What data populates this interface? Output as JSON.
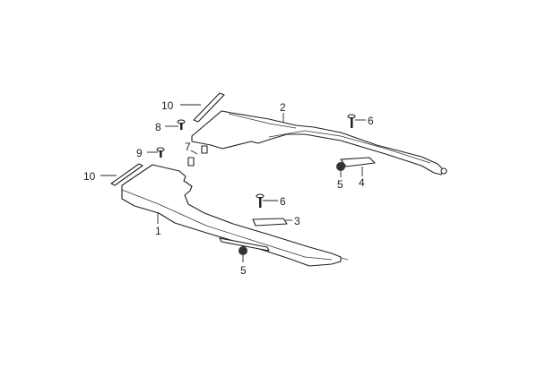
{
  "diagram": {
    "callouts": [
      {
        "id": "10a",
        "text": "10",
        "part": "strip-upper"
      },
      {
        "id": "2",
        "text": "2",
        "part": "rear-rail-right"
      },
      {
        "id": "6a",
        "text": "6",
        "part": "bolt-upper"
      },
      {
        "id": "8",
        "text": "8",
        "part": "bolt-8"
      },
      {
        "id": "7",
        "text": "7",
        "part": "collar-7"
      },
      {
        "id": "9",
        "text": "9",
        "part": "bolt-9"
      },
      {
        "id": "10b",
        "text": "10",
        "part": "strip-lower"
      },
      {
        "id": "5a",
        "text": "5",
        "part": "nut-upper"
      },
      {
        "id": "4",
        "text": "4",
        "part": "plate-4"
      },
      {
        "id": "1",
        "text": "1",
        "part": "rear-rail-left"
      },
      {
        "id": "6b",
        "text": "6",
        "part": "bolt-lower"
      },
      {
        "id": "3",
        "text": "3",
        "part": "plate-3"
      },
      {
        "id": "5b",
        "text": "5",
        "part": "nut-lower"
      }
    ]
  }
}
